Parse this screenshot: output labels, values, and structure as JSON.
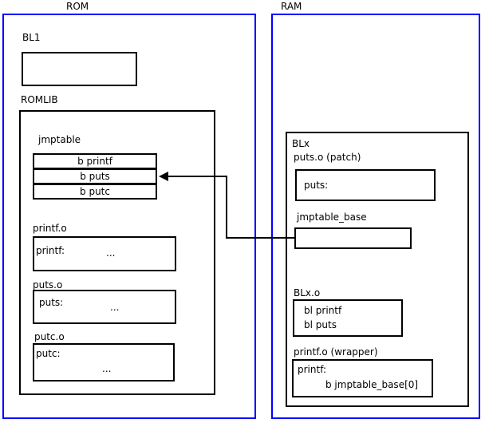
{
  "diagram": {
    "title": "ROM / RAM memory layout with jump table patching",
    "accent_color": "#0000ff",
    "line_color": "#000000",
    "background": "#ffffff"
  },
  "rom": {
    "label": "ROM",
    "bl1": {
      "label": "BL1",
      "body": ""
    },
    "romlib": {
      "label": "ROMLIB",
      "jmptable": {
        "label": "jmptable",
        "entries": [
          {
            "text": "b printf"
          },
          {
            "text": "b puts"
          },
          {
            "text": "b putc"
          }
        ]
      },
      "objects": [
        {
          "label": "printf.o",
          "symbol": "printf:",
          "ellipsis": "...",
          "ellipsis_line": "same"
        },
        {
          "label": "puts.o",
          "symbol": "puts:",
          "ellipsis": "...",
          "ellipsis_line": "same"
        },
        {
          "label": "putc.o",
          "symbol": "putc:",
          "ellipsis": "...",
          "ellipsis_line": "next"
        }
      ]
    }
  },
  "ram": {
    "label": "RAM",
    "blx": {
      "label": "BLx",
      "puts_patch": {
        "label": "puts.o (patch)",
        "symbol": "puts:"
      },
      "jmptable_base": {
        "label": "jmptable_base",
        "body": ""
      },
      "blx_o": {
        "label": "BLx.o",
        "lines": [
          "bl printf",
          "bl puts"
        ]
      },
      "printf_wrapper": {
        "label": "printf.o (wrapper)",
        "symbol": "printf:",
        "branch": "b jmptable_base[0]"
      }
    }
  },
  "connector": {
    "name": "jmptable-base-to-b-puts",
    "from": "jmptable_base",
    "to": "b puts"
  }
}
